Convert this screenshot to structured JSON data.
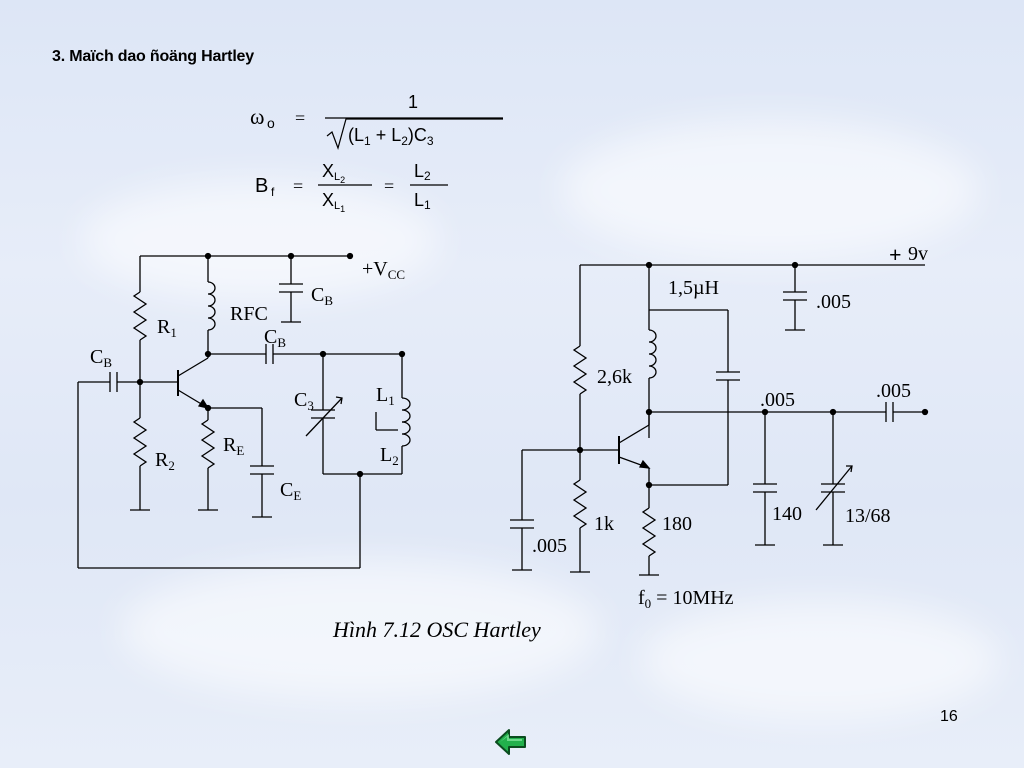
{
  "slide": {
    "title": "3. Maïch dao ñoäng Hartley",
    "caption": "Hình 7.12 OSC Hartley",
    "page_number": "16"
  },
  "equations": {
    "omega": {
      "lhs": "ω",
      "lhs_sub": "o",
      "numerator": "1"
    },
    "feedback": {
      "lhs": "B",
      "lhs_sub": "f"
    }
  },
  "left_circuit": {
    "vcc": "+V",
    "vcc_sub": "CC",
    "r1": "R",
    "r1_sub": "1",
    "r2": "R",
    "r2_sub": "2",
    "re": "R",
    "re_sub": "E",
    "ce": "C",
    "ce_sub": "E",
    "cb_left": "C",
    "cb_left_sub": "B",
    "cb_top": "C",
    "cb_top_sub": "B",
    "cb_mid": "C",
    "cb_mid_sub": "B",
    "rfc": "RFC",
    "c3": "C",
    "c3_sub": "3",
    "l1": "L",
    "l1_sub": "1",
    "l2": "L",
    "l2_sub": "2"
  },
  "right_circuit": {
    "supply": "9v",
    "supply_sign": "+",
    "inductor": "1,5µH",
    "cap_supply": ".005",
    "r_top": "2,6k",
    "cap_collector": ".005",
    "cap_output": ".005",
    "r_base": "1k",
    "cap_base": ".005",
    "r_emitter": "180",
    "cap_fixed": "140",
    "cap_trim": "13/68",
    "freq": "f",
    "freq_sub": "0",
    "freq_value": " = 10MHz"
  },
  "icons": {
    "back": "green-left-arrow-icon"
  },
  "colors": {
    "background": "#dde6f6",
    "arrow_fill": "#22b14c",
    "arrow_stroke": "#0b4d1f"
  }
}
